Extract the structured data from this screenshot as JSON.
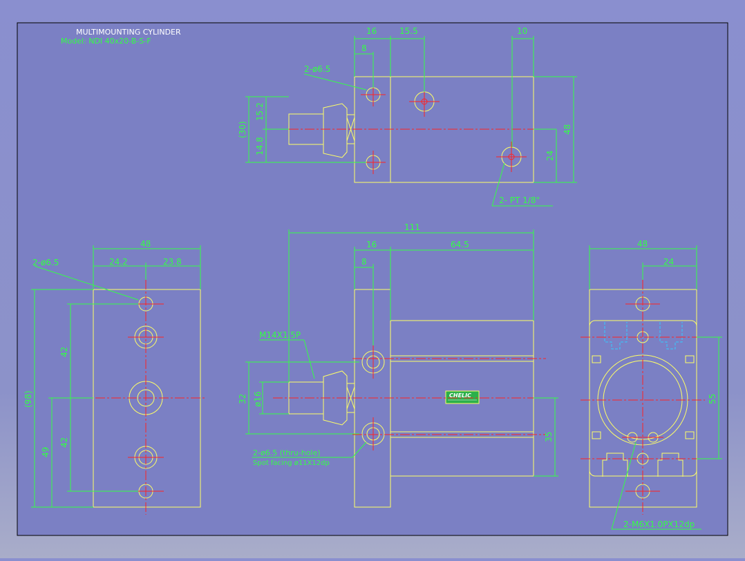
{
  "title_block": {
    "title": "MULTIMOUNTING CYLINDER",
    "model": "Model: NDI 40x20-B-S-F"
  },
  "top_view": {
    "dims": {
      "d16": "16",
      "d15_5": "15.5",
      "d10": "10",
      "d8": "8",
      "d30": "(30)",
      "d15_2": "15.2",
      "d14_8": "14.8",
      "d24": "24",
      "d48": "48"
    },
    "callouts": {
      "holes": "2-ø6.5",
      "ports": "2- PT 1/8\""
    }
  },
  "left_view": {
    "dims": {
      "d48": "48",
      "d24_2": "24.2",
      "d23_8": "23.8",
      "d98": "(98)",
      "d42a": "42",
      "d42b": "42",
      "d49": "49"
    },
    "callouts": {
      "holes": "2-ø6.5"
    }
  },
  "front_view": {
    "dims": {
      "d111": "111",
      "d16": "16",
      "d64_5": "64.5",
      "d8": "8",
      "d32": "32",
      "d16_rod": "ø16",
      "d35": "35"
    },
    "callouts": {
      "thread": "M14X1.5P",
      "holes_line1": "2-ø6.5 (thru-hole)",
      "holes_line2": "Spot facing ø11X12dp"
    },
    "nameplate": {
      "brand": "CHELIC"
    }
  },
  "right_view": {
    "dims": {
      "d48": "48",
      "d24": "24",
      "d55": "55"
    },
    "callouts": {
      "tapped": "2-M6X1.0PX12dp"
    }
  },
  "colors": {
    "outline": "#ffff66",
    "dimension": "#33ff44",
    "center": "#ff2222",
    "hidden": "#33ccff",
    "text_white": "#ffffff"
  }
}
